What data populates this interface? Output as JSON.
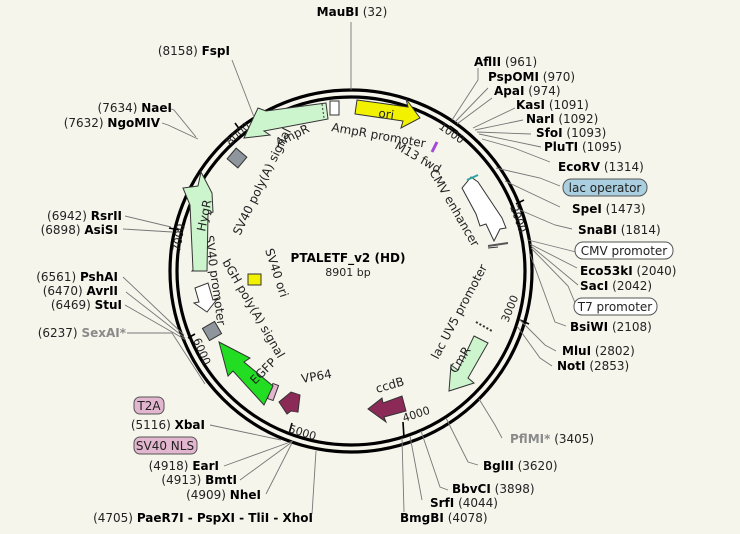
{
  "map": {
    "title": "PTALETF_v2 (HD)",
    "length": "8901 bp"
  },
  "ticks": [
    "1000",
    "2000",
    "3000",
    "4000",
    "5000",
    "6000",
    "7000",
    "8000"
  ],
  "sites": [
    {
      "name": "MauBI",
      "pos": "(32)"
    },
    {
      "name": "AflII",
      "pos": "(961)"
    },
    {
      "name": "PspOMI",
      "pos": "(970)"
    },
    {
      "name": "ApaI",
      "pos": "(974)"
    },
    {
      "name": "KasI",
      "pos": "(1091)"
    },
    {
      "name": "NarI",
      "pos": "(1092)"
    },
    {
      "name": "SfoI",
      "pos": "(1093)"
    },
    {
      "name": "PluTI",
      "pos": "(1095)"
    },
    {
      "name": "EcoRV",
      "pos": "(1314)"
    },
    {
      "name": "SpeI",
      "pos": "(1473)"
    },
    {
      "name": "SnaBI",
      "pos": "(1814)"
    },
    {
      "name": "Eco53kI",
      "pos": "(2040)"
    },
    {
      "name": "SacI",
      "pos": "(2042)"
    },
    {
      "name": "BsiWI",
      "pos": "(2108)"
    },
    {
      "name": "MluI",
      "pos": "(2802)"
    },
    {
      "name": "NotI",
      "pos": "(2853)"
    },
    {
      "name": "PflMI*",
      "pos": "(3405)"
    },
    {
      "name": "BglII",
      "pos": "(3620)"
    },
    {
      "name": "BbvCI",
      "pos": "(3898)"
    },
    {
      "name": "SrfI",
      "pos": "(4044)"
    },
    {
      "name": "BmgBI",
      "pos": "(4078)"
    },
    {
      "name": "PaeR7I - PspXI - TliI - XhoI",
      "pos": "(4705)"
    },
    {
      "name": "NheI",
      "pos": "(4909)"
    },
    {
      "name": "BmtI",
      "pos": "(4913)"
    },
    {
      "name": "EarI",
      "pos": "(4918)"
    },
    {
      "name": "XbaI",
      "pos": "(5116)"
    },
    {
      "name": "SexAI*",
      "pos": "(6237)"
    },
    {
      "name": "StuI",
      "pos": "(6469)"
    },
    {
      "name": "AvrII",
      "pos": "(6470)"
    },
    {
      "name": "PshAI",
      "pos": "(6561)"
    },
    {
      "name": "AsiSI",
      "pos": "(6898)"
    },
    {
      "name": "RsrII",
      "pos": "(6942)"
    },
    {
      "name": "NgoMIV",
      "pos": "(7632)"
    },
    {
      "name": "NaeI",
      "pos": "(7634)"
    },
    {
      "name": "FspI",
      "pos": "(8158)"
    }
  ],
  "boxed_features": {
    "lac_operator": "lac operator",
    "cmv_promoter": "CMV promoter",
    "t7_promoter": "T7 promoter",
    "t2a": "T2A",
    "sv40_nls": "SV40 NLS"
  },
  "features": {
    "ori": "ori",
    "ampr_promoter": "AmpR promoter",
    "ampr": "AmpR",
    "m13_fwd": "M13 fwd",
    "cmv_enhancer": "CMV enhancer",
    "lac_uv5": "lac UV5 promoter",
    "cmr": "CmR",
    "ccdb": "ccdB",
    "vp64": "VP64",
    "egfp": "EGFP",
    "bgh": "bGH poly(A) signal",
    "sv40_ori": "SV40 ori",
    "sv40_promoter": "SV40 promoter",
    "hygr": "HygR",
    "sv40_polya": "SV40 poly(A) signal"
  },
  "colors": {
    "ori": "#f2f200",
    "resistance": "#cdf5cd",
    "egfp": "#22dd22",
    "dark_feature": "#8b2a57",
    "grey_feature": "#8f959c",
    "lac_operator_fill": "#a9cfe0",
    "tag_fill": "#e3b6cf"
  }
}
